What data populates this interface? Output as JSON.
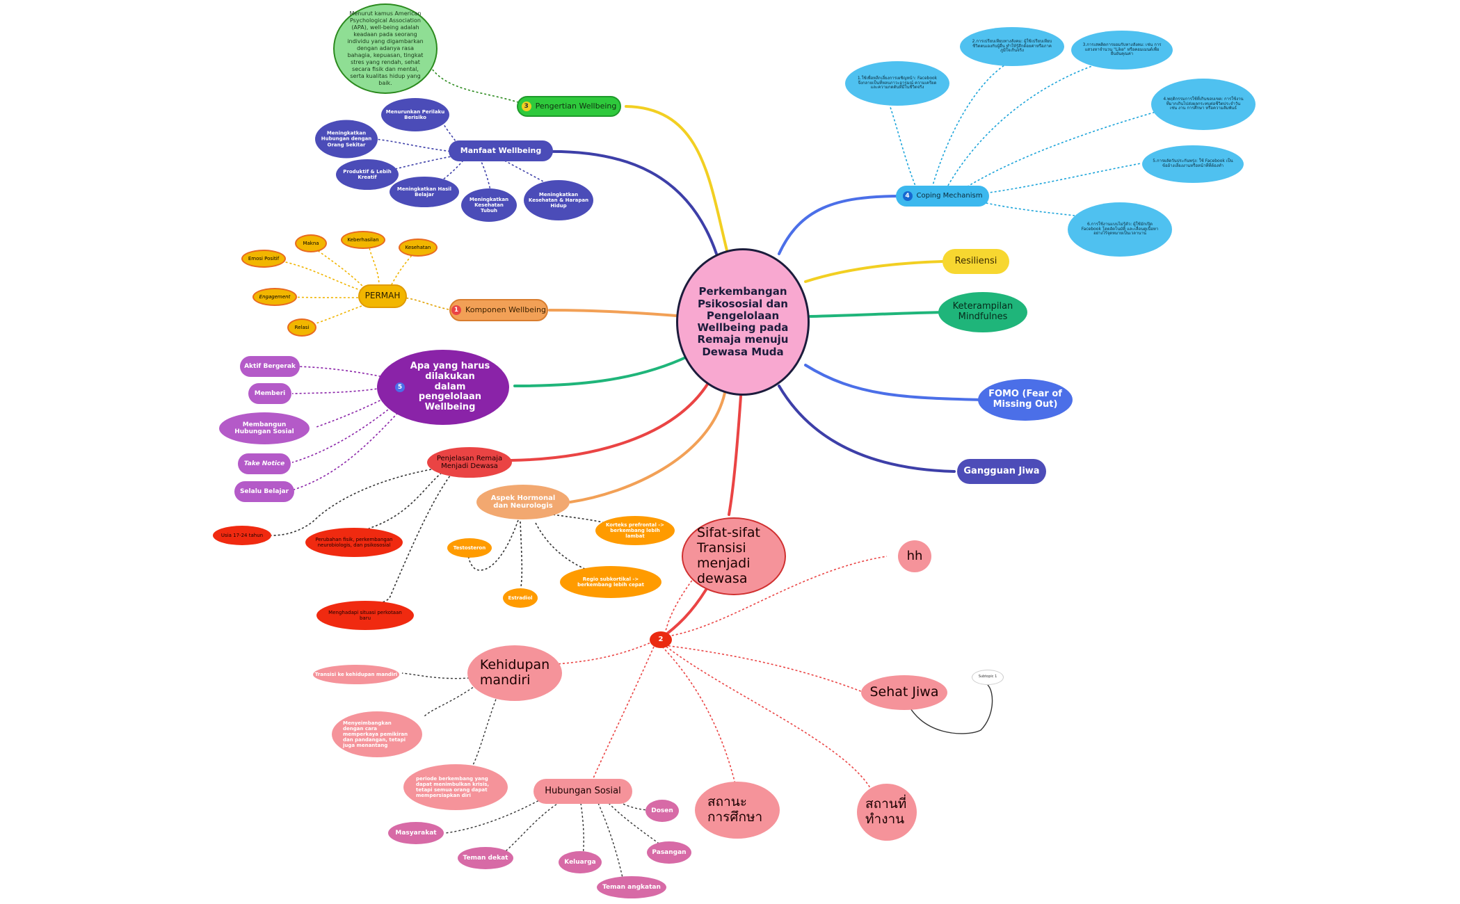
{
  "central": {
    "title": "Perkembangan Psikososial dan Pengelolaan Wellbeing pada Remaja menuju Dewasa Muda"
  },
  "pengertian": {
    "badge": "3",
    "label": "Pengertian Wellbeing",
    "note": "Menurut kamus American Psychological Association (APA), well-being adalah keadaan pada seorang individu yang digambarkan dengan adanya rasa bahagia, kepuasan, tingkat stres yang rendah, sehat secara fisik dan mental, serta kualitas hidup yang baik."
  },
  "manfaat": {
    "label": "Manfaat Wellbeing",
    "items": [
      "Menurunkan Perilaku Berisiko",
      "Meningkatkan Hubungan dengan Orang Sekitar",
      "Produktif & Lebih Kreatif",
      "Meningkatkan Hasil Belajar",
      "Meningkatkan Kesehatan Tubuh",
      "Meningkatkan Kesehatan & Harapan Hidup"
    ]
  },
  "komponen": {
    "badge": "1",
    "label": "Komponen Wellbeing",
    "permah": "PERMAH",
    "items": [
      "Emosi Positif",
      "Makna",
      "Keberhasilan",
      "Kesehatan",
      "Engagement",
      "Relasi"
    ]
  },
  "pengelolaan": {
    "badge": "5",
    "label": "Apa yang harus dilakukan dalam pengelolaan Wellbeing",
    "items": [
      "Aktif Bergerak",
      "Memberi",
      "Membangun Hubungan Sosial",
      "Take Notice",
      "Selalu Belajar"
    ]
  },
  "penjelasan": {
    "label": "Penjelasan Remaja Menjadi Dewasa",
    "items": [
      "Usia 17-24 tahun",
      "Perubahan fisik, perkembangan neurobiologis, dan psikososial",
      "Menghadapi situasi perkotaan baru"
    ]
  },
  "aspek": {
    "label": "Aspek Hormonal dan Neurologis",
    "items": [
      "Korteks prefrontal -> berkembang lebih lambat",
      "Testosteron",
      "Estradiol",
      "Regio subkortikal -> berkembang lebih cepat"
    ]
  },
  "coping": {
    "badge": "4",
    "label": "Coping Mechanism",
    "items": [
      "1.ใช้เพื่อหลีกเลี่ยงการเผชิญหน้า: Facebook จึงกลายเป็นที่หลบภาวะอารมณ์ ความเครียด และความกดดันที่มีในชีวิตจริง",
      "2.การเปรียบเทียบทางสังคม: ผู้ใช้เปรียบเทียบชีวิตตนเองกับผู้อื่น ทำให้รู้สึกด้อยค่าหรือภาคภูมิใจเกินจริง",
      "3.การเสพติดการยอมรับทางสังคม: เช่น การแสวงหาจำนวน \"Like\" หรือคอมเมนต์เพื่อยืนยันคุณค่า",
      "4.พฤติกรรมการใช้ที่เกินขอบเขต: การใช้งานที่มากเกินไปส่งผลกระทบต่อชีวิตประจำวัน เช่น งาน การศึกษา หรือความสัมพันธ์",
      "5.การผลัดวันประกันพรุ่ง: ใช้ Facebook เป็นข้ออ้างเลี่ยงงานหรือหน้าที่ที่ต้องทำ",
      "6.การใช้งานแบบไม่รู้ตัว: ผู้ใช้มักเปิด Facebook โดยอัตโนมัติ และเลื่อนดูเนื้อหาอย่างไร้จุดหมายเป็นเวลานาน"
    ]
  },
  "right_nodes": [
    "Resiliensi",
    "Keterampilan Mindfulnes",
    "FOMO (Fear of Missing Out)",
    "Gangguan Jiwa"
  ],
  "sifat": {
    "label": "Sifat-sifat Transisi menjadi dewasa",
    "badge": "2",
    "hh": "hh",
    "kehidupan": "Kehidupan mandiri",
    "kehidupan_items": [
      "Transisi ke kehidupan mandiri",
      "Menyeimbangkan dengan cara memperkaya pemikiran dan pandangan, tetapi juga menantang",
      "periode berkembang yang dapat menimbulkan krisis, tetapi semua orang dapat mempersiapkan diri"
    ],
    "hubungan": "Hubungan Sosial",
    "hubungan_items": [
      "Masyarakat",
      "Teman dekat",
      "Keluarga",
      "Teman angkatan",
      "Pasangan",
      "Dosen"
    ],
    "sekolah": "สถานะการศึกษา",
    "kerja": "สถานที่ทำงาน",
    "sehat": "Sehat Jiwa",
    "subtopic": "Subtopic 1"
  }
}
